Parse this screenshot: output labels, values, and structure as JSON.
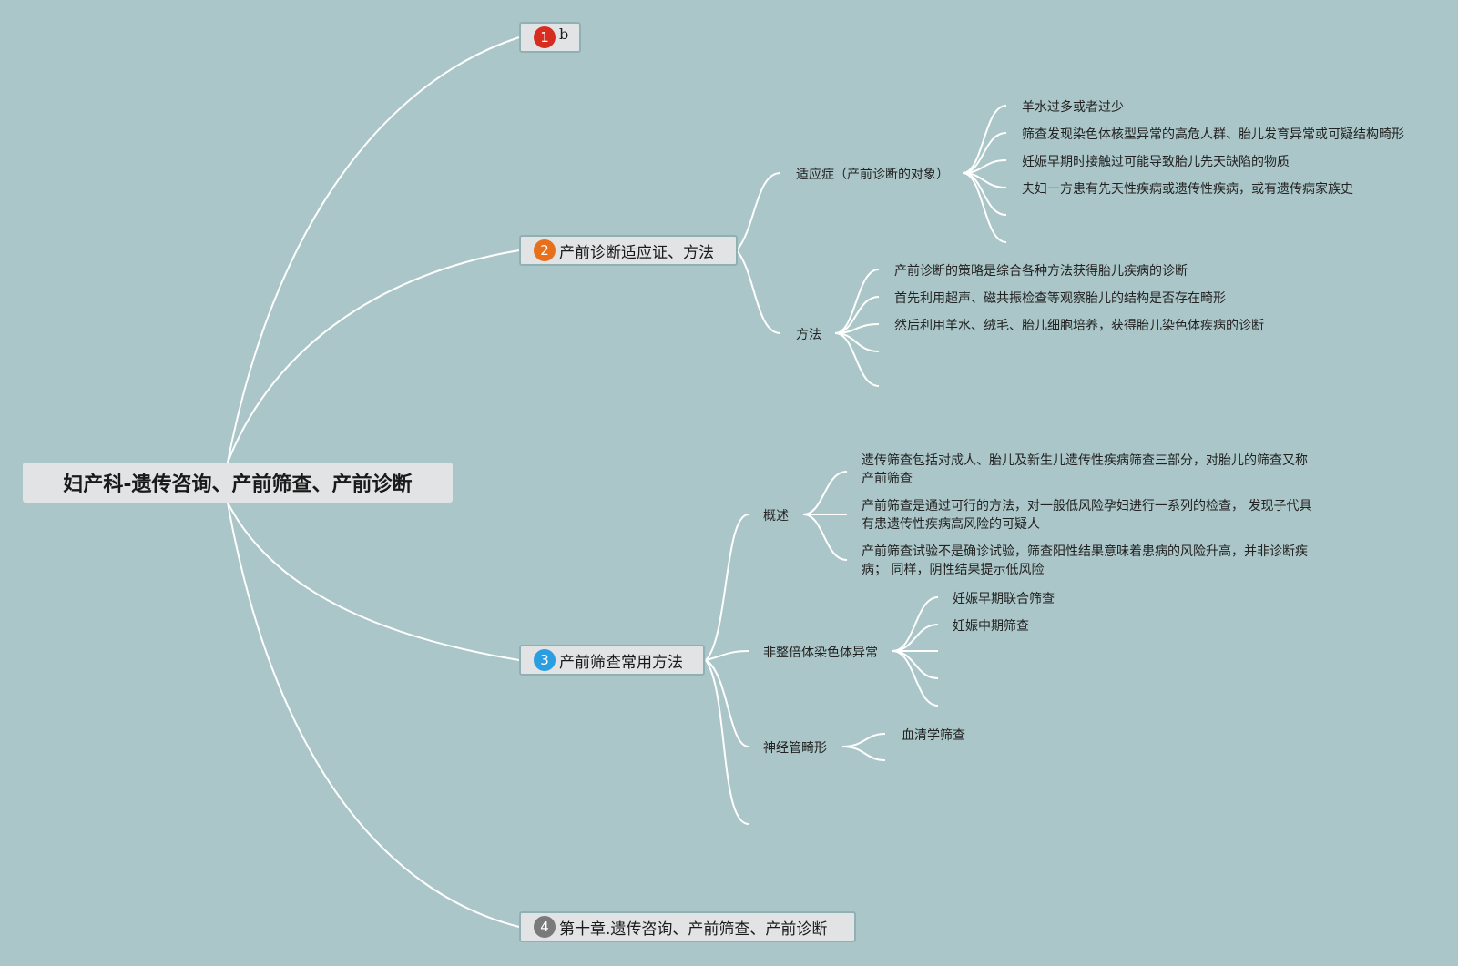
{
  "root": {
    "title": "妇产科-遗传咨询、产前筛查、产前诊断"
  },
  "branches": [
    {
      "number": "1",
      "label": "b",
      "badge_color": "#d62d20"
    },
    {
      "number": "2",
      "label": "产前诊断适应证、方法",
      "badge_color": "#e8701a"
    },
    {
      "number": "3",
      "label": "产前筛查常用方法",
      "badge_color": "#2a9ee0"
    },
    {
      "number": "4",
      "label": "第十章.遗传咨询、产前筛查、产前诊断",
      "badge_color": "#7a7a7a"
    }
  ],
  "b2": {
    "indications": {
      "label": "适应症（产前诊断的对象）",
      "items": [
        "羊水过多或者过少",
        "筛查发现染色体核型异常的高危人群、胎儿发育异常或可疑结构畸形",
        "妊娠早期时接触过可能导致胎儿先天缺陷的物质",
        "夫妇一方患有先天性疾病或遗传性疾病，或有遗传病家族史"
      ]
    },
    "methods": {
      "label": "方法",
      "items": [
        "产前诊断的策略是综合各种方法获得胎儿疾病的诊断",
        "首先利用超声、磁共振检查等观察胎儿的结构是否存在畸形",
        "然后利用羊水、绒毛、胎儿细胞培养，获得胎儿染色体疾病的诊断"
      ]
    }
  },
  "b3": {
    "overview": {
      "label": "概述",
      "items": [
        "遗传筛查包括对成人、胎儿及新生儿遗传性疾病筛查三部分，对胎儿的筛查又称产前筛查",
        "产前筛查是通过可行的方法，对一般低风险孕妇进行一系列的检查， 发现子代具有患遗传性疾病高风险的可疑人",
        "产前筛查试验不是确诊试验，筛查阳性结果意味着患病的风险升高，并非诊断疾病； 同样，阴性结果提示低风险"
      ]
    },
    "aneuploidy": {
      "label": "非整倍体染色体异常",
      "items": [
        "妊娠早期联合筛查",
        "妊娠中期筛查"
      ]
    },
    "ntd": {
      "label": "神经管畸形",
      "items": [
        "血清学筛查"
      ]
    }
  },
  "colors": {
    "background": "#abc6c8",
    "line": "#ffffff",
    "node_fill": "#e1e3e4"
  }
}
